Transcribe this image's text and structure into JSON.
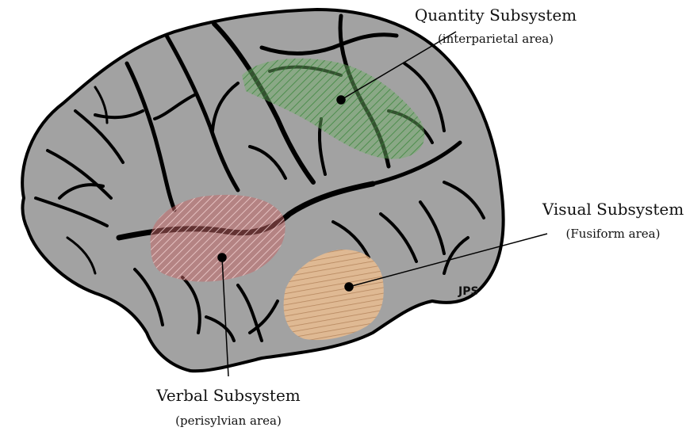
{
  "labels": {
    "quantity": {
      "title": "Quantity Subsystem",
      "subtitle": "(interparietal area)"
    },
    "visual": {
      "title": "Visual Subsystem",
      "subtitle": "(Fusiform area)"
    },
    "verbal": {
      "title": "Verbal Subsystem",
      "subtitle": "(perisylvian area)"
    }
  },
  "signature": "JPS",
  "colors": {
    "brain_fill": "#a2a2a2",
    "sulci": "#000000",
    "quantity_region": "#5fa35a",
    "verbal_region": "#b85656",
    "visual_region": "#f0b27a"
  }
}
